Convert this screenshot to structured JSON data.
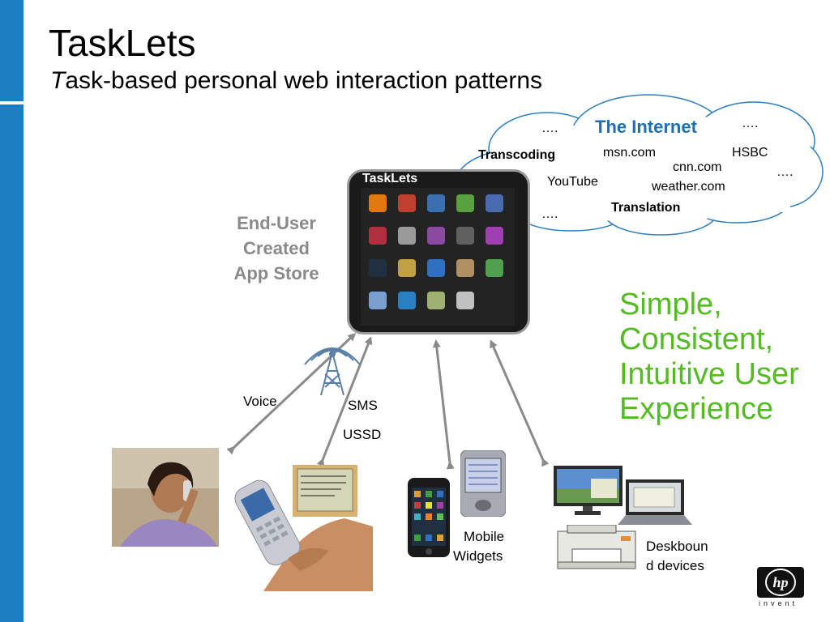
{
  "slide": {
    "title": "TaskLets",
    "subtitle_initial": "T",
    "subtitle_rest": "ask-based personal web interaction patterns"
  },
  "cloud": {
    "title": "The Internet",
    "items": {
      "transcoding": "Transcoding",
      "msn": "msn.com",
      "hsbc": "HSBC",
      "cnn": "cnn.com",
      "youtube": "YouTube",
      "weather": "weather.com",
      "translation": "Translation"
    },
    "ellipsis": "…."
  },
  "tablet": {
    "label": "TaskLets"
  },
  "store_label": [
    "End-User",
    "Created",
    "App Store"
  ],
  "tagline": [
    "Simple,",
    "Consistent,",
    "Intuitive User",
    "Experience"
  ],
  "channels": {
    "voice": "Voice",
    "sms": "SMS",
    "ussd": "USSD",
    "mobile_widgets": [
      "Mobile",
      "Widgets"
    ],
    "deskbound": [
      "Deskboun",
      "d devices"
    ]
  },
  "logo": {
    "mark": "hp",
    "tagline": "invent"
  },
  "colors": {
    "accent_blue": "#1e7fc0",
    "cloud_title": "#1e6fb5",
    "tagline_green": "#55bb22",
    "store_gray": "#8a8a8a"
  },
  "icons": [
    "radio-tower-icon",
    "woman-on-phone-photo",
    "hand-holding-phone-photo",
    "sms-screen-photo",
    "smartphone-photo",
    "pda-photo",
    "desktop-monitor-icon",
    "laptop-icon",
    "printer-icon"
  ]
}
